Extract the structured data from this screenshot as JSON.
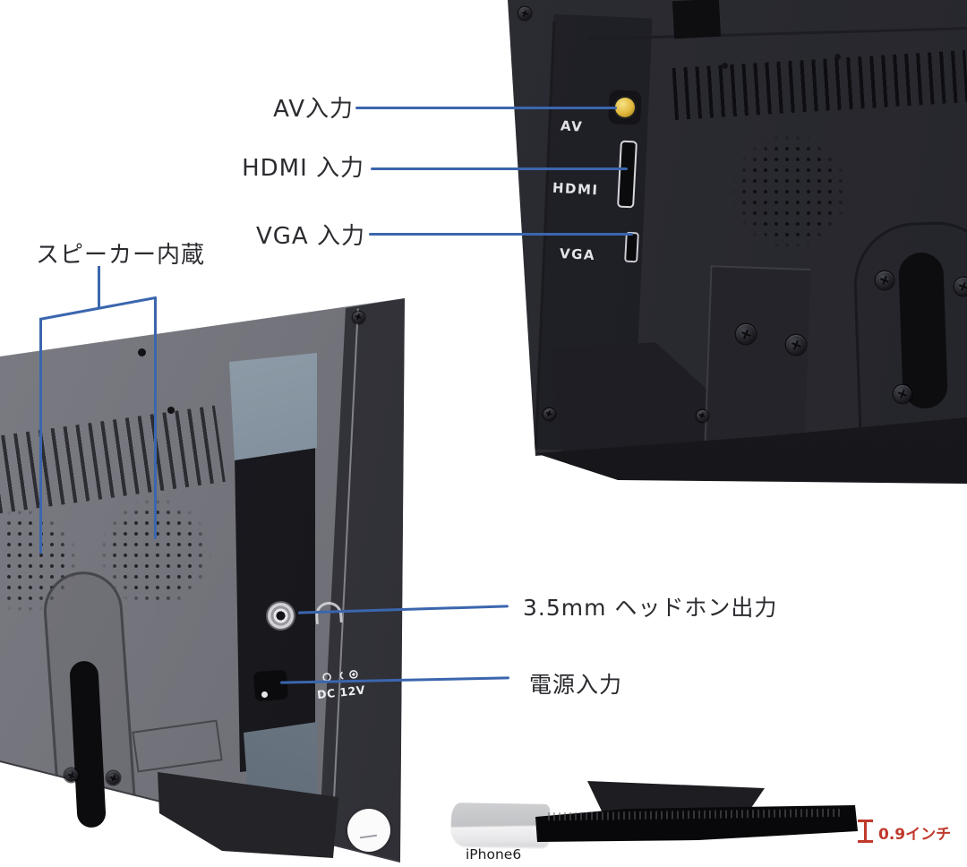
{
  "callouts": {
    "av_input": "AV入力",
    "hdmi_input": "HDMI 入力",
    "vga_input": "VGA 入力",
    "speaker_builtin": "スピーカー内蔵",
    "headphone_output": "3.5mm ヘッドホン出力",
    "power_input": "電源入力"
  },
  "device_markings": {
    "av_port": "AV",
    "hdmi_port": "HDMI",
    "vga_port": "VGA",
    "dc_power": "DC 12V"
  },
  "comparison": {
    "phone_label": "iPhone6",
    "thickness_label": "0.9インチ"
  },
  "colors": {
    "line": "#3b66ae",
    "red": "#c0392b",
    "dark": "#2b2b32",
    "gray": "#6e6f76",
    "ink": "#2b2b30"
  }
}
